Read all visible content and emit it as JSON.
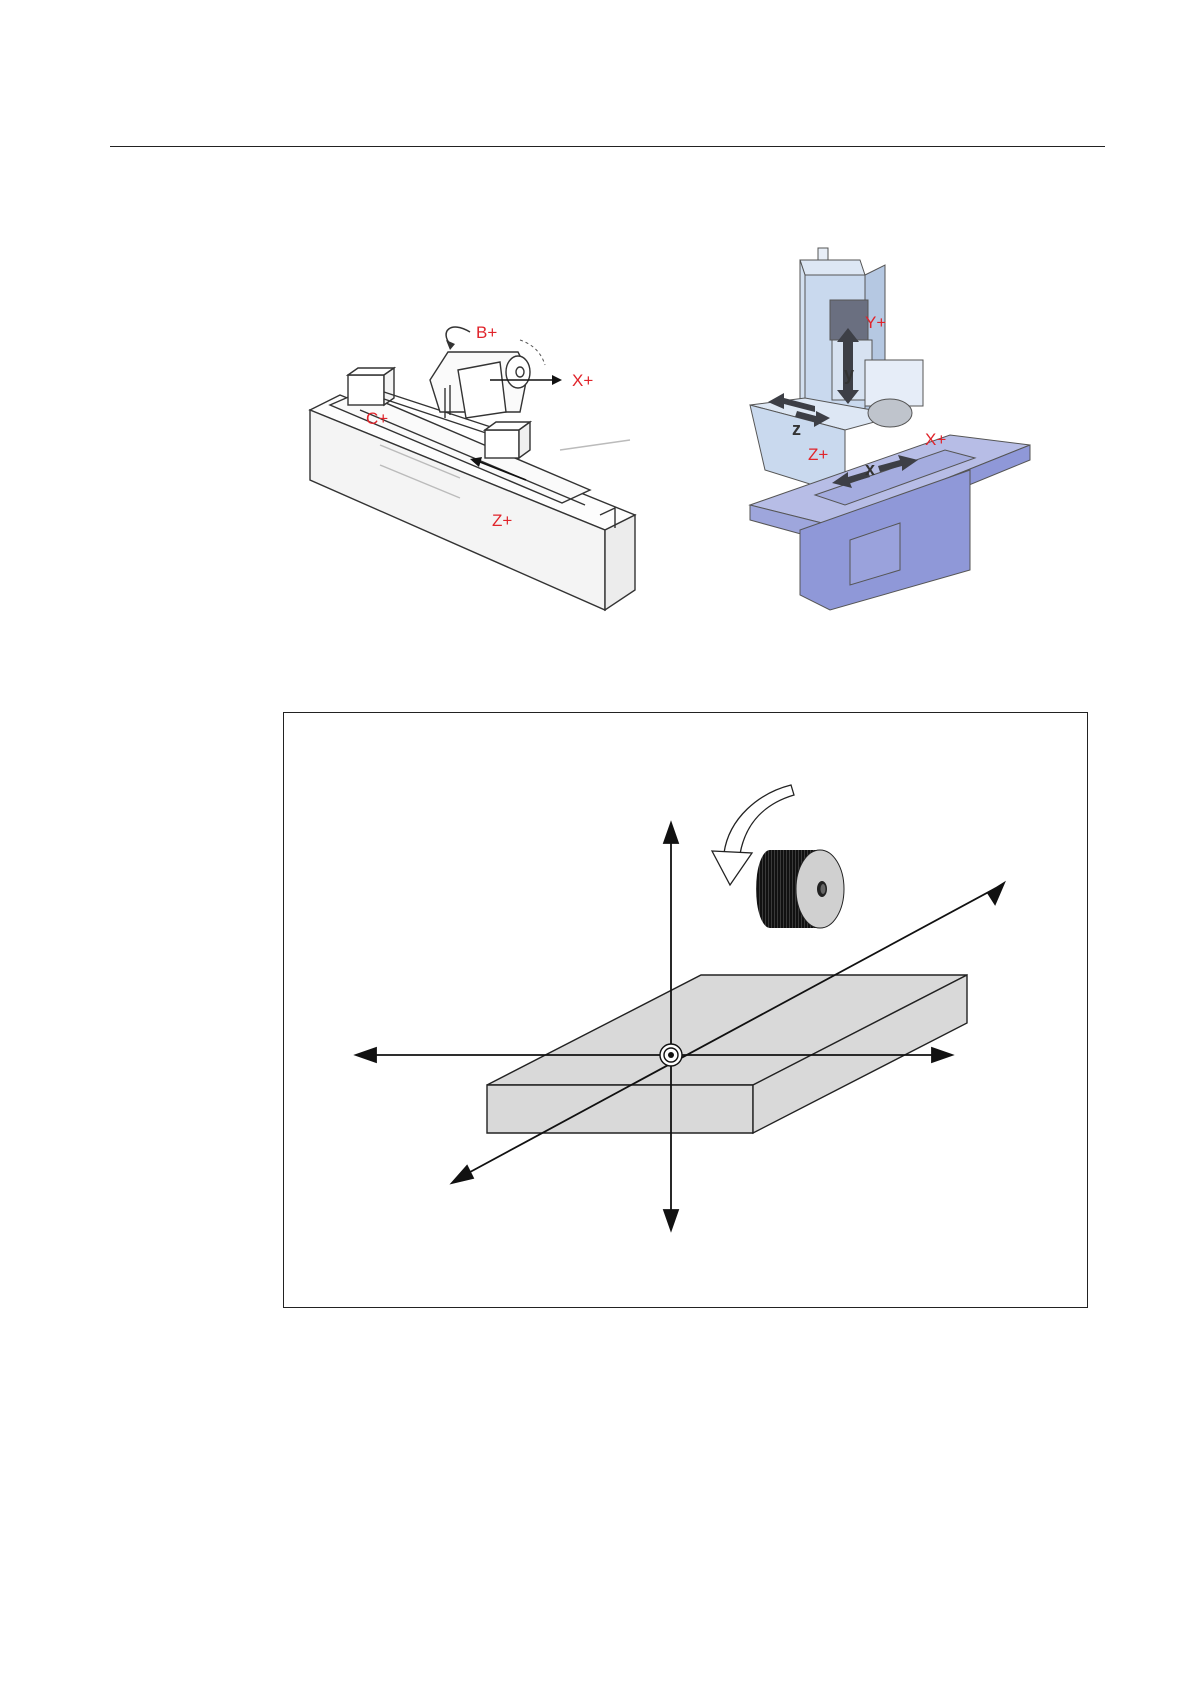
{
  "figures": {
    "cylindrical_grinder": {
      "labels": {
        "b": "B+",
        "x": "X+",
        "c": "C+",
        "z": "Z+"
      }
    },
    "surface_grinder": {
      "labels": {
        "y_plus": "Y+",
        "y": "y",
        "z": "z",
        "z_plus": "Z+",
        "x": "x",
        "x_plus": "X+"
      }
    },
    "axis_diagram": {}
  },
  "colors": {
    "label_red": "#e0242b",
    "machine_light_blue": "#c9d9ee",
    "machine_dark_blue": "#8f98d8",
    "workpiece_gray": "#d9d9d9"
  }
}
